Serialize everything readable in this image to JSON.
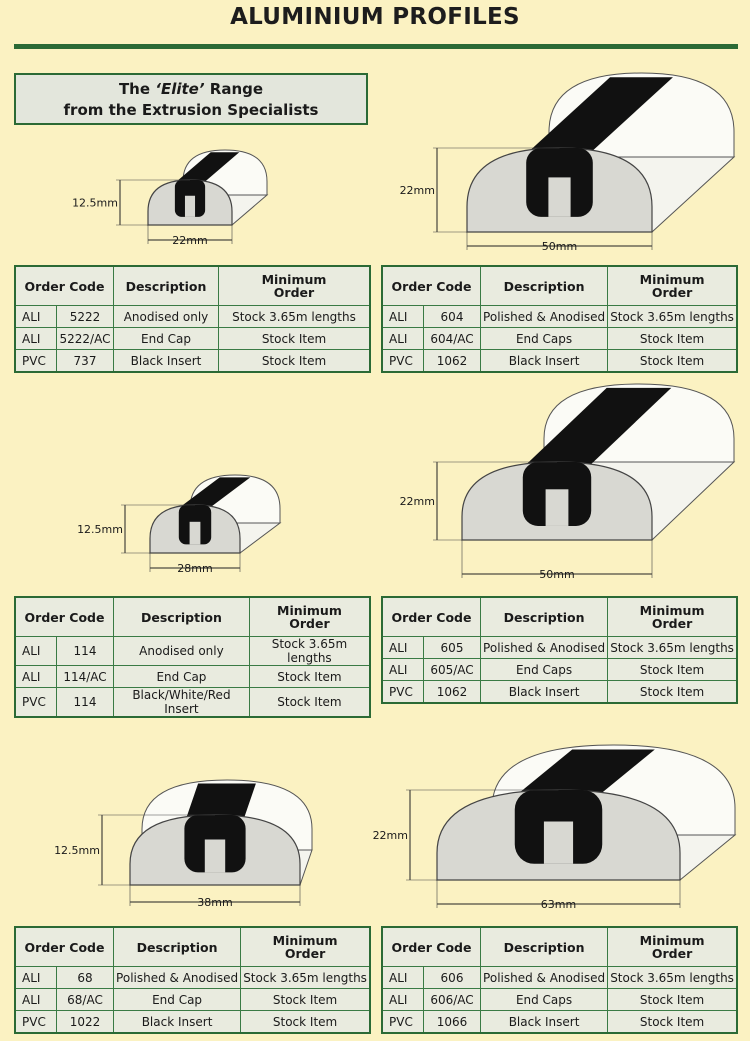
{
  "page_title": "ALUMINIUM PROFILES",
  "banner": {
    "line1_pre": "The ",
    "line1_em": "‘Elite’",
    "line1_post": " Range",
    "line2": "from the Extrusion Specialists"
  },
  "table_headers": {
    "order_code": "Order Code",
    "description": "Description",
    "minimum_order_1": "Minimum",
    "minimum_order_2": "Order"
  },
  "colors": {
    "green": "#2b6a35",
    "page": "#fbf2c2",
    "table_bg": "#e9ebdf"
  },
  "profiles": [
    {
      "height_label": "12.5mm",
      "width_label": "22mm",
      "rows": [
        [
          "ALI",
          "5222",
          "Anodised only",
          "Stock 3.65m lengths"
        ],
        [
          "ALI",
          "5222/AC",
          "End Cap",
          "Stock Item"
        ],
        [
          "PVC",
          "737",
          "Black Insert",
          "Stock Item"
        ]
      ]
    },
    {
      "height_label": "22mm",
      "width_label": "50mm",
      "rows": [
        [
          "ALI",
          "604",
          "Polished & Anodised",
          "Stock 3.65m lengths"
        ],
        [
          "ALI",
          "604/AC",
          "End Caps",
          "Stock Item"
        ],
        [
          "PVC",
          "1062",
          "Black Insert",
          "Stock Item"
        ]
      ]
    },
    {
      "height_label": "12.5mm",
      "width_label": "28mm",
      "rows": [
        [
          "ALI",
          "114",
          "Anodised only",
          "Stock 3.65m lengths"
        ],
        [
          "ALI",
          "114/AC",
          "End Cap",
          "Stock Item"
        ],
        [
          "PVC",
          "114",
          "Black/White/Red Insert",
          "Stock Item"
        ]
      ]
    },
    {
      "height_label": "22mm",
      "width_label": "50mm",
      "rows": [
        [
          "ALI",
          "605",
          "Polished & Anodised",
          "Stock 3.65m lengths"
        ],
        [
          "ALI",
          "605/AC",
          "End Caps",
          "Stock Item"
        ],
        [
          "PVC",
          "1062",
          "Black Insert",
          "Stock Item"
        ]
      ]
    },
    {
      "height_label": "12.5mm",
      "width_label": "38mm",
      "rows": [
        [
          "ALI",
          "68",
          "Polished & Anodised",
          "Stock 3.65m lengths"
        ],
        [
          "ALI",
          "68/AC",
          "End Cap",
          "Stock Item"
        ],
        [
          "PVC",
          "1022",
          "Black Insert",
          "Stock Item"
        ]
      ]
    },
    {
      "height_label": "22mm",
      "width_label": "63mm",
      "rows": [
        [
          "ALI",
          "606",
          "Polished & Anodised",
          "Stock 3.65m lengths"
        ],
        [
          "ALI",
          "606/AC",
          "End Caps",
          "Stock Item"
        ],
        [
          "PVC",
          "1066",
          "Black Insert",
          "Stock Item"
        ]
      ]
    }
  ]
}
